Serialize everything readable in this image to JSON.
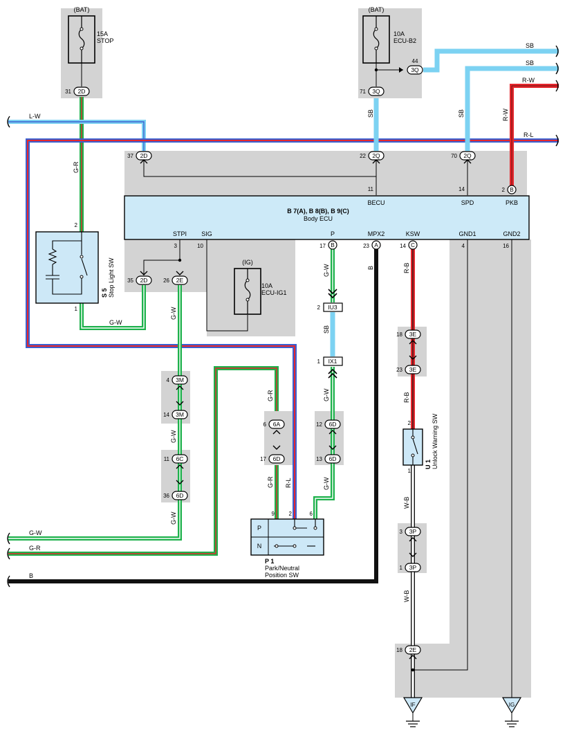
{
  "colors": {
    "wire_green": "#1db14b",
    "wire_sky": "#7cd2f2",
    "wire_red": "#e6272d",
    "wire_blue": "#3a5fd0",
    "wire_black": "#111111",
    "zone_gray": "#d3d3d3",
    "ecu_fill": "#cdeaf8",
    "component_fill": "#cde8f7"
  },
  "fuses": {
    "stop": {
      "source": "(BAT)",
      "rating": "15A",
      "name": "STOP"
    },
    "ecu_b2": {
      "source": "(BAT)",
      "rating": "10A",
      "name": "ECU-B2"
    },
    "ecu_ig1": {
      "source": "(IG)",
      "rating": "10A",
      "name": "ECU-IG1"
    }
  },
  "ecu": {
    "title": "B 7(A), B 8(B), B 9(C)",
    "subtitle": "Body ECU",
    "top_pins": [
      {
        "pin": "11",
        "label": "BECU"
      },
      {
        "pin": "14",
        "label": "SPD"
      },
      {
        "pin": "2",
        "label": "PKB",
        "conn": "B"
      }
    ],
    "bottom_pins": [
      {
        "pin": "3",
        "label": "STPI"
      },
      {
        "pin": "10",
        "label": "SIG"
      },
      {
        "pin": "17",
        "label": "P",
        "conn": "B"
      },
      {
        "pin": "23",
        "label": "MPX2",
        "conn": "A"
      },
      {
        "pin": "14",
        "label": "KSW",
        "conn": "C"
      },
      {
        "pin": "4",
        "label": "GND1"
      },
      {
        "pin": "16",
        "label": "GND2"
      }
    ]
  },
  "connectors": {
    "c31": {
      "pin": "31",
      "id": "2D"
    },
    "c37": {
      "pin": "37",
      "id": "2D"
    },
    "c22": {
      "pin": "22",
      "id": "2Q"
    },
    "c70": {
      "pin": "70",
      "id": "2Q"
    },
    "c71": {
      "pin": "71",
      "id": "3Q"
    },
    "c44": {
      "pin": "44",
      "id": "3Q"
    },
    "c35": {
      "pin": "35",
      "id": "2D"
    },
    "c26": {
      "pin": "26",
      "id": "2E"
    },
    "iu3": {
      "pin": "2",
      "id": "IU3"
    },
    "ix1": {
      "pin": "1",
      "id": "IX1"
    },
    "c3m4": {
      "pin": "4",
      "id": "3M"
    },
    "c3m14": {
      "pin": "14",
      "id": "3M"
    },
    "c6c": {
      "pin": "11",
      "id": "6C"
    },
    "c6d36": {
      "pin": "36",
      "id": "6D"
    },
    "c6a": {
      "pin": "6",
      "id": "6A"
    },
    "c6d17": {
      "pin": "17",
      "id": "6D"
    },
    "c6d12": {
      "pin": "12",
      "id": "6D"
    },
    "c6d13": {
      "pin": "13",
      "id": "6D"
    },
    "c3e18": {
      "pin": "18",
      "id": "3E"
    },
    "c3e23": {
      "pin": "23",
      "id": "3E"
    },
    "c3p3": {
      "pin": "3",
      "id": "3P"
    },
    "c3p1": {
      "pin": "1",
      "id": "3P"
    },
    "c2e18": {
      "pin": "18",
      "id": "2E"
    }
  },
  "wires": {
    "lw": "L-W",
    "gr": "G-R",
    "gw": "G-W",
    "sb": "SB",
    "rw": "R-W",
    "rl": "R-L",
    "rb": "R-B",
    "wb": "W-B",
    "b": "B"
  },
  "stop_sw": {
    "code": "S 5",
    "name": "Stop Light SW",
    "pin_top": "2",
    "pin_bottom": "1"
  },
  "unlock_sw": {
    "code": "U 1",
    "name": "Unlock Warning SW",
    "pin_top": "2",
    "pin_bottom": "1"
  },
  "pn_sw": {
    "code": "P 1",
    "name_line1": "Park/Neutral",
    "name_line2": "Position SW",
    "pos_p": "P",
    "pos_n": "N",
    "pin9": "9",
    "pin2": "2",
    "pin6": "6"
  },
  "grounds": {
    "if": "IF",
    "ig": "IG"
  }
}
